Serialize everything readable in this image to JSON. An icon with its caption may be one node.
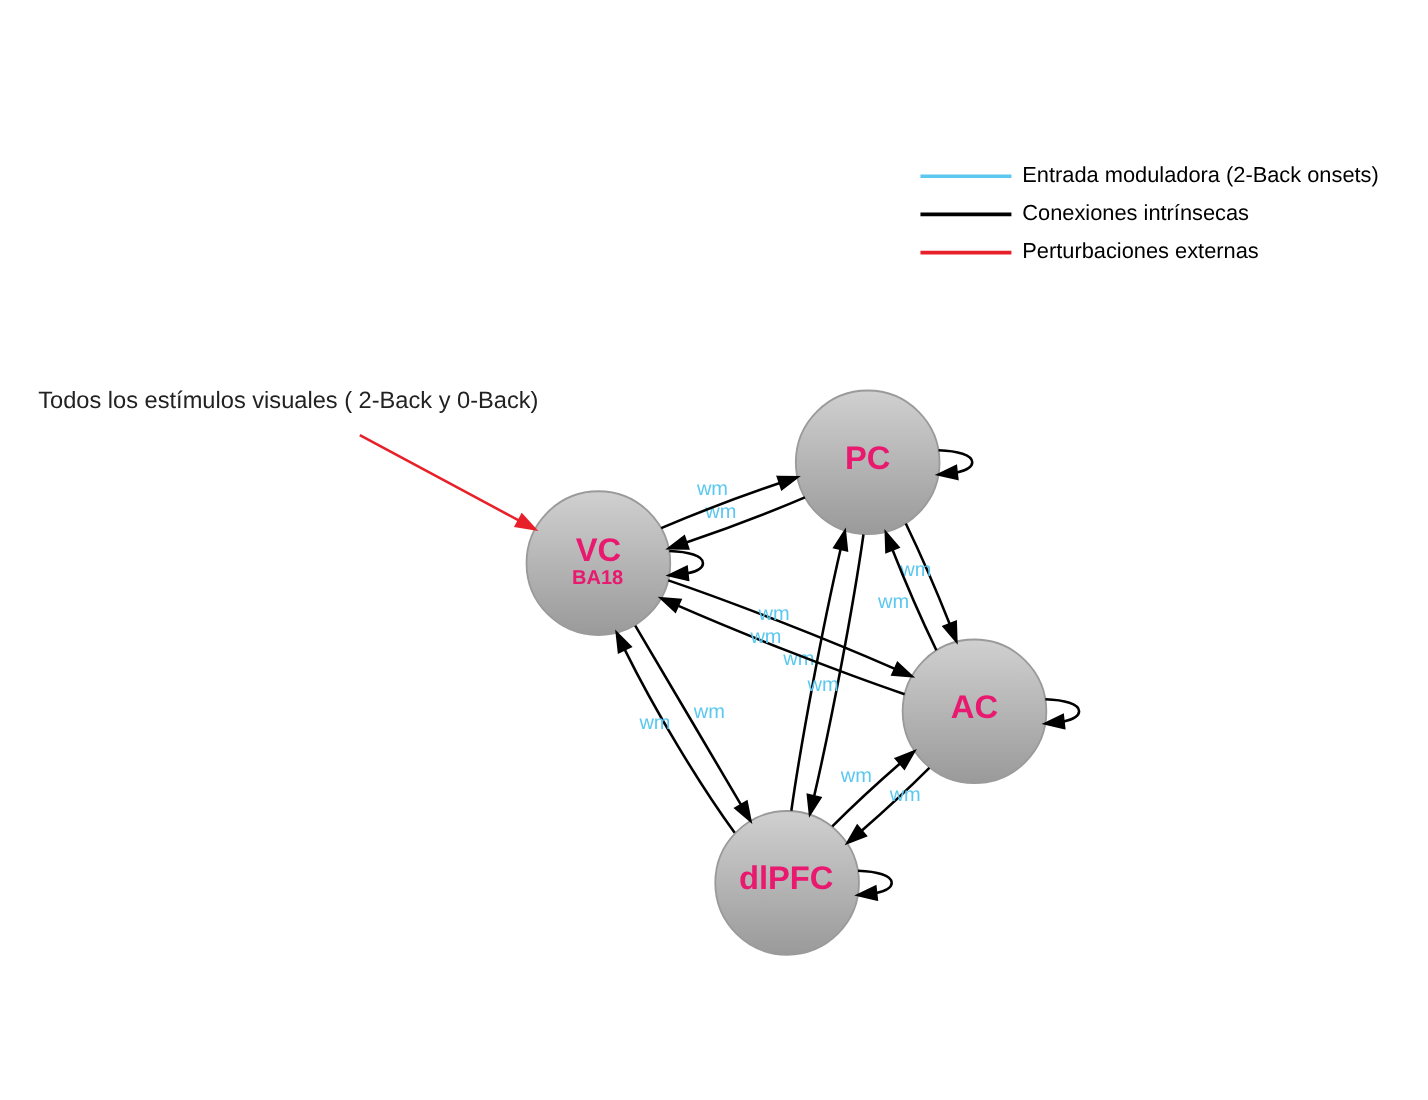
{
  "diagram": {
    "nodes": [
      {
        "text": [
          "dlPFC"
        ]
      },
      {
        "text": [
          "PC"
        ]
      },
      {
        "text": [
          "AC"
        ]
      },
      {
        "text": [
          "VC",
          "BA18"
        ]
      },
      {
        "text": [
          "Todos los estímulos visuales ( 2-Back y 0-Back)"
        ]
      }
    ],
    "edges": [
      {
        "from": 0,
        "to": 0,
        "arrow": "to"
      },
      {
        "from": 1,
        "to": 1,
        "arrow": "to"
      },
      {
        "from": 2,
        "to": 2,
        "arrow": "to"
      },
      {
        "from": 3,
        "to": 3,
        "arrow": "to"
      },
      {
        "from": 1,
        "to": 0,
        "arrow": "to",
        "label": "wm"
      },
      {
        "from": 0,
        "to": 1,
        "arrow": "to",
        "label": "wm"
      },
      {
        "from": 0,
        "to": 2,
        "arrow": "to",
        "label": "wm"
      },
      {
        "from": 2,
        "to": 0,
        "arrow": "to",
        "label": "wm"
      },
      {
        "from": 1,
        "to": 2,
        "arrow": "to",
        "label": "wm"
      },
      {
        "from": 2,
        "to": 1,
        "arrow": "to",
        "label": "wm"
      },
      {
        "from": 3,
        "to": 0,
        "arrow": "to",
        "label": "wm"
      },
      {
        "from": 0,
        "to": 3,
        "arrow": "to",
        "label": "wm"
      },
      {
        "from": 1,
        "to": 3,
        "arrow": "to",
        "label": "wm"
      },
      {
        "from": 3,
        "to": 1,
        "arrow": "to",
        "label": "wm"
      },
      {
        "from": 3,
        "to": 2,
        "arrow": "to",
        "label": "wm"
      },
      {
        "from": 2,
        "to": 3,
        "arrow": "to",
        "label": "wm"
      },
      {
        "from": 4,
        "to": 3,
        "arrow": "to",
        "color": "#e8202a"
      }
    ],
    "legend": [
      {
        "text": "Entrada moduladora (2-Back onsets)"
      },
      {
        "text": "Conexiones intrínsecas"
      },
      {
        "text": "Perturbaciones externas"
      }
    ]
  }
}
